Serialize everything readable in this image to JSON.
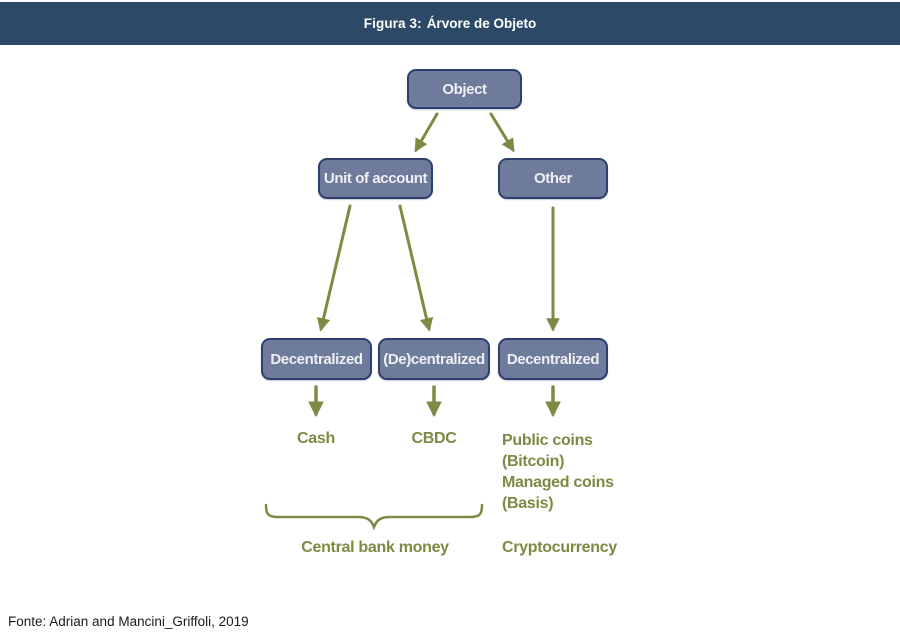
{
  "header": {
    "title_label": "Figura 3:",
    "title_text": "Árvore de Objeto",
    "bar_color": "#2c4a67",
    "text_color": "#ffffff"
  },
  "diagram": {
    "colors": {
      "box_fill": "#6f7b9b",
      "box_border": "#2e3f6e",
      "box_text": "#eef0f5",
      "arrow": "#7c8a44",
      "label_text": "#7c8a44"
    },
    "nodes": {
      "object": "Object",
      "unit_of_account": "Unit of account",
      "other": "Other",
      "decentralized_left": "Decentralized",
      "de_centralized": "(De)centralized",
      "decentralized_right": "Decentralized"
    },
    "edges": [
      "Object -> Unit of account",
      "Object -> Other",
      "Unit of account -> Decentralized",
      "Unit of account -> (De)centralized",
      "Other -> Decentralized",
      "Decentralized -> Cash",
      "(De)centralized -> CBDC",
      "Decentralized -> Public coins"
    ],
    "leaves": {
      "cash": "Cash",
      "cbdc": "CBDC",
      "public_coins_lines": [
        "Public coins",
        "(Bitcoin)",
        "Managed coins",
        "(Basis)"
      ]
    },
    "groups": {
      "central_bank_money": "Central bank money",
      "cryptocurrency": "Cryptocurrency"
    }
  },
  "footer": {
    "source": "Fonte: Adrian and Mancini_Griffoli, 2019"
  }
}
